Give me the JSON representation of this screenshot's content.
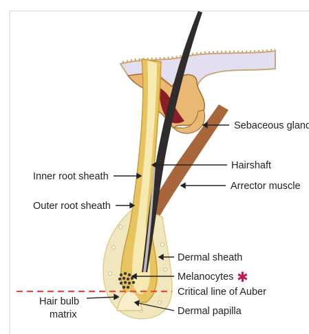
{
  "labels": {
    "sebaceous_gland": "Sebaceous gland",
    "hairshaft": "Hairshaft",
    "inner_root_sheath": "Inner root sheath",
    "arrector_muscle": "Arrector muscle",
    "outer_root_sheath": "Outer root sheath",
    "dermal_sheath": "Dermal sheath",
    "melanocytes": "Melanocytes",
    "melanocytes_marker": "✱",
    "critical_line": "Critical line of Auber",
    "hair_bulb_line1": "Hair bulb",
    "hair_bulb_line2": "matrix",
    "dermal_papilla": "Dermal papilla"
  },
  "colors": {
    "epidermis": "#e4dff0",
    "skin_outline": "#c8a77a",
    "gland": "#e9b873",
    "gland_core": "#8b1d24",
    "muscle": "#a7673a",
    "follicle_outer": "#f1e7bf",
    "root_sheath": "#e7c45f",
    "hair": "#2f2c2b",
    "critical_line": "#e8473a",
    "marker": "#c2185b"
  }
}
